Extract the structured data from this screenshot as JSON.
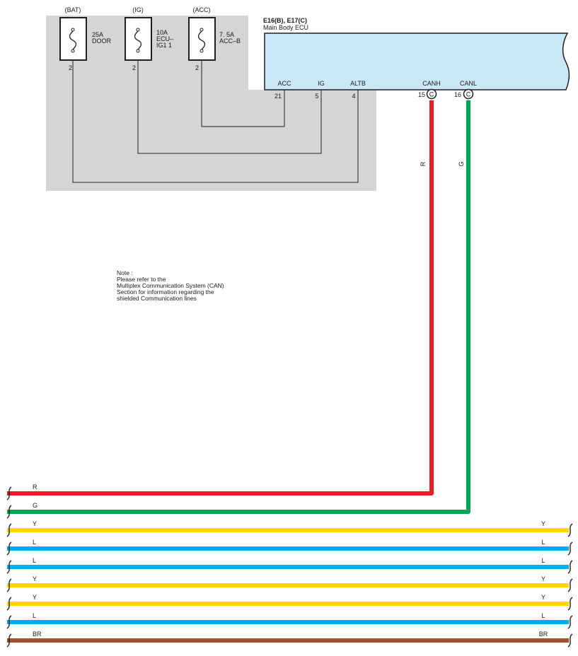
{
  "colors": {
    "shade": "#d4d5d7",
    "ecu_fill": "#cbe8f8",
    "R": "#e41e26",
    "G": "#00a651",
    "Y": "#ffd700",
    "L": "#00aeef",
    "BR": "#a0522d",
    "line": "#231f20"
  },
  "fuses": [
    {
      "source": "(BAT)",
      "rating": "25A",
      "name_lines": [
        "DOOR"
      ],
      "pin": "2"
    },
    {
      "source": "(IG)",
      "rating": "10A",
      "name_lines": [
        "ECU–",
        "IG1 1"
      ],
      "pin": "2"
    },
    {
      "source": "(ACC)",
      "rating": "7. 5A",
      "name_lines": [
        "ACC–B"
      ],
      "pin": "2"
    }
  ],
  "ecu": {
    "connector_codes": "E16(B), E17(C)",
    "name": "Main Body ECU",
    "terminals": [
      {
        "label": "ACC",
        "pin": "21"
      },
      {
        "label": "IG",
        "pin": "5"
      },
      {
        "label": "ALTB",
        "pin": "4"
      },
      {
        "label": "CANH",
        "pin": "15",
        "connector": "C"
      },
      {
        "label": "CANL",
        "pin": "16",
        "connector": "C"
      }
    ]
  },
  "vertical_wire_labels": [
    "R",
    "G"
  ],
  "note_lines": [
    "Note :",
    "Please refer to the",
    "Multiplex Communication System (CAN)",
    "Section for information regarding the",
    "shielded Communication lines"
  ],
  "bus_wires": [
    {
      "left": "R",
      "right": "",
      "color": "R"
    },
    {
      "left": "G",
      "right": "",
      "color": "G"
    },
    {
      "left": "Y",
      "right": "Y",
      "color": "Y"
    },
    {
      "left": "L",
      "right": "L",
      "color": "L"
    },
    {
      "left": "L",
      "right": "L",
      "color": "L"
    },
    {
      "left": "Y",
      "right": "Y",
      "color": "Y"
    },
    {
      "left": "Y",
      "right": "Y",
      "color": "Y"
    },
    {
      "left": "L",
      "right": "L",
      "color": "L"
    },
    {
      "left": "BR",
      "right": "BR",
      "color": "BR"
    }
  ]
}
